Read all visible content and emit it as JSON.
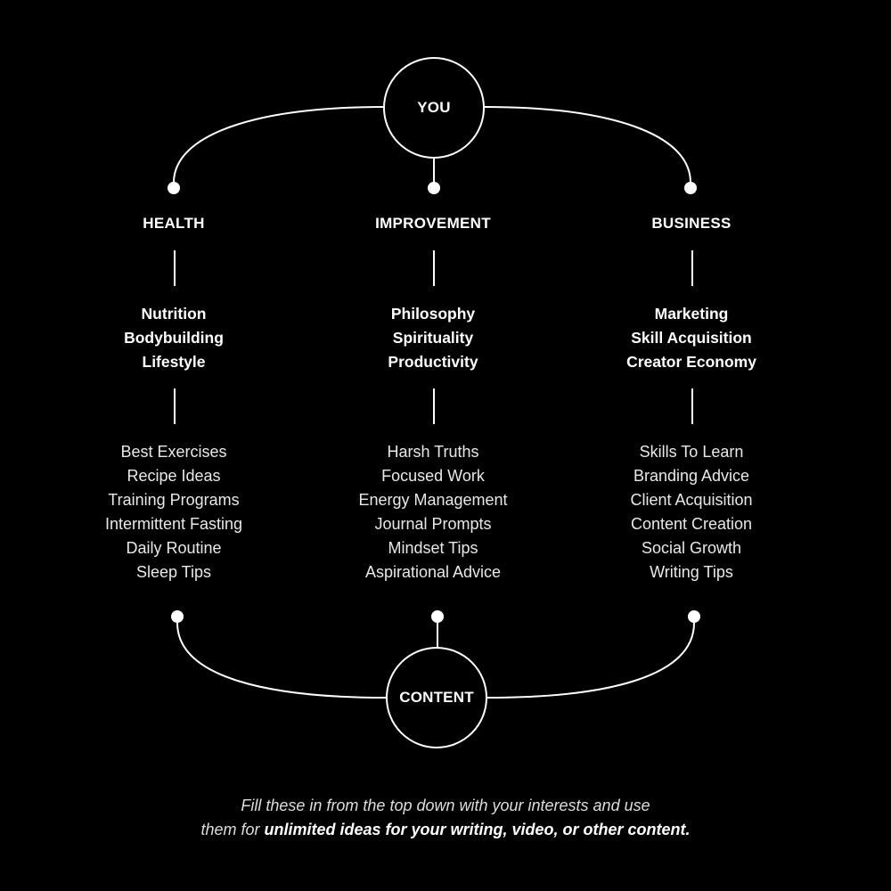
{
  "center_top": {
    "label": "YOU"
  },
  "center_bottom": {
    "label": "CONTENT"
  },
  "colors": {
    "background": "#000000",
    "foreground": "#ffffff"
  },
  "categories": [
    {
      "title": "HEALTH",
      "topics": [
        "Nutrition",
        "Bodybuilding",
        "Lifestyle"
      ],
      "ideas": [
        "Best Exercises",
        "Recipe Ideas",
        "Training Programs",
        "Intermittent Fasting",
        "Daily Routine",
        "Sleep Tips"
      ]
    },
    {
      "title": "IMPROVEMENT",
      "topics": [
        "Philosophy",
        "Spirituality",
        "Productivity"
      ],
      "ideas": [
        "Harsh Truths",
        "Focused Work",
        "Energy Management",
        "Journal Prompts",
        "Mindset Tips",
        "Aspirational Advice"
      ]
    },
    {
      "title": "BUSINESS",
      "topics": [
        "Marketing",
        "Skill Acquisition",
        "Creator Economy"
      ],
      "ideas": [
        "Skills To Learn",
        "Branding Advice",
        "Client Acquisition",
        "Content Creation",
        "Social Growth",
        "Writing Tips"
      ]
    }
  ],
  "footer": {
    "line1": "Fill these in from the top down with your interests and use",
    "line2_prefix": "them for ",
    "line2_emphasis": "unlimited ideas for your writing, video, or other content."
  }
}
